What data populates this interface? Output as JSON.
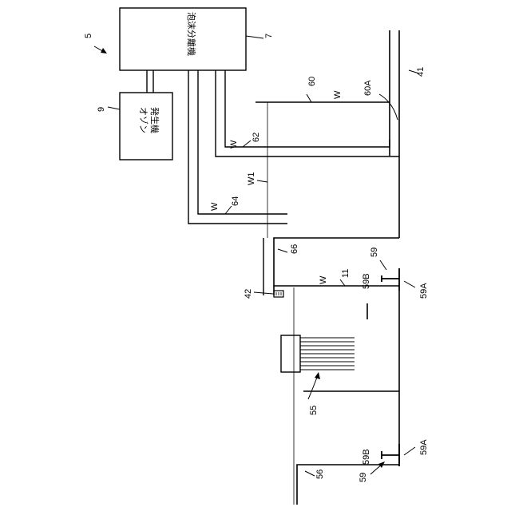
{
  "figure": {
    "ref_main": "5",
    "foam_separator": {
      "ref": "7",
      "text": "泡沫分離機"
    },
    "ozone_generator": {
      "ref": "9",
      "line1": "オゾン",
      "line2": "発生機"
    },
    "labels": {
      "ref_41": "41",
      "ref_60": "60",
      "ref_60A": "60A",
      "ref_62": "62",
      "ref_64": "64",
      "ref_W1": "W1",
      "ref_66": "66",
      "ref_42": "42",
      "ref_11": "11",
      "ref_59_top": "59",
      "ref_59B_top": "59B",
      "ref_59A_top": "59A",
      "ref_55": "55",
      "ref_56": "56",
      "ref_59B_bottom": "59B",
      "ref_59_bottom": "59",
      "ref_59A_bottom": "59A",
      "w_60": "W",
      "w_62": "W",
      "w_64": "W",
      "w_11": "W"
    }
  }
}
